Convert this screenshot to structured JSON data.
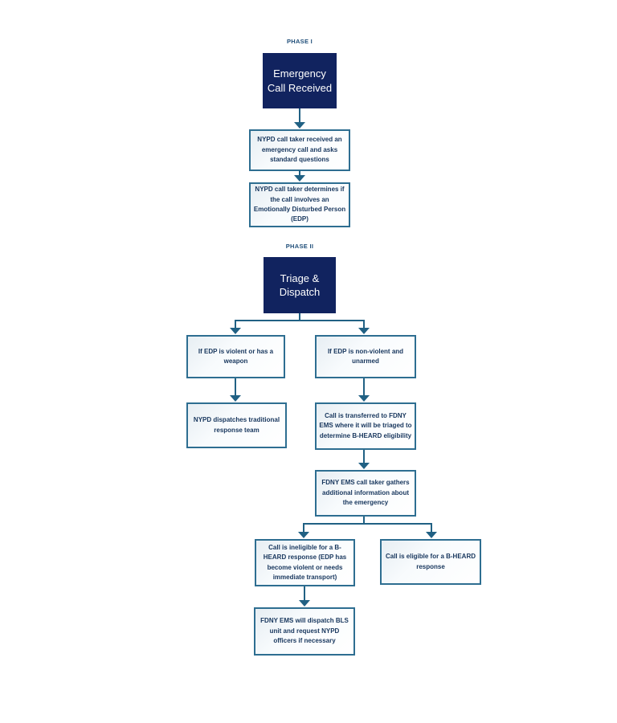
{
  "colors": {
    "header_fill": "#11235F",
    "header_text": "#FFFFFF",
    "box_border": "#2E6E91",
    "box_text": "#17365D",
    "connector": "#216184",
    "phase_label_text": "#1F4E79",
    "background": "#FFFFFF"
  },
  "flowchart": {
    "phase_1": {
      "label": "PHASE I",
      "header": "Emergency Call Received",
      "step_call_received": "NYPD call taker received an emergency call and asks standard questions",
      "step_edp_determination": "NYPD call taker determines if the call involves an Emotionally Disturbed Person (EDP)"
    },
    "phase_2": {
      "label": "PHASE II",
      "header": "Triage & Dispatch",
      "violent_branch": {
        "condition": "If EDP is violent or has a weapon",
        "action": "NYPD dispatches traditional response team"
      },
      "nonviolent_branch": {
        "condition": "If EDP is non-violent and unarmed",
        "transfer": "Call is transferred to FDNY EMS where it will be triaged to determine B-HEARD eligibility",
        "gather_info": "FDNY EMS call taker gathers additional information about the emergency",
        "ineligible_outcome": "Call is ineligible for a B-HEARD response (EDP has become violent or needs immediate transport)",
        "eligible_outcome": "Call is eligible for a B-HEARD response",
        "ineligible_action": "FDNY EMS will dispatch BLS unit and request NYPD officers if necessary"
      }
    }
  }
}
